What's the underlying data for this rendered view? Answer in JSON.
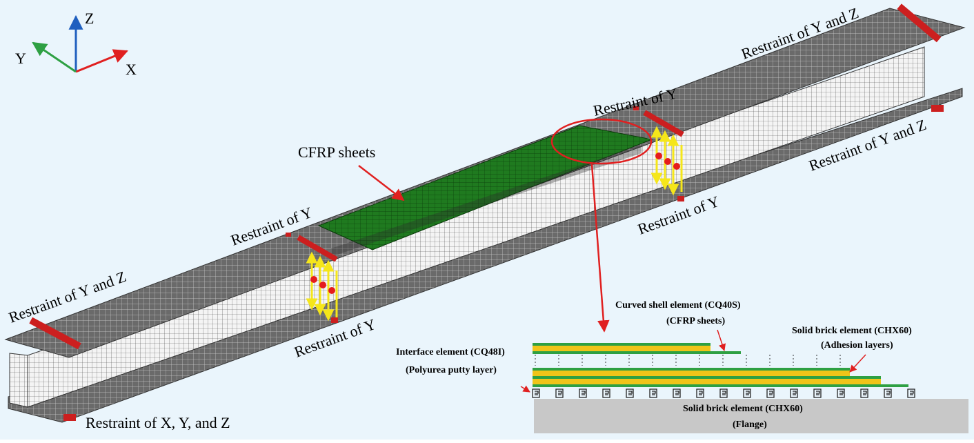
{
  "axes": {
    "x": "X",
    "y": "Y",
    "z": "Z"
  },
  "labels": {
    "restraint_yz_left": "Restraint of  Y and Z",
    "restraint_xyz": "Restraint of X, Y, and Z",
    "restraint_y_top_left": "Restraint of  Y",
    "restraint_y_bottom_left": "Restraint of  Y",
    "cfrp_sheets": "CFRP sheets",
    "restraint_y_top_right": "Restraint of  Y",
    "restraint_y_bottom_right": "Restraint of  Y",
    "restraint_yz_top_right": "Restraint of  Y and Z",
    "restraint_yz_right": "Restraint of  Y and Z"
  },
  "detail": {
    "curved_shell": "Curved shell element (CQ40S)",
    "curved_shell_sub": "(CFRP sheets)",
    "solid_brick_top": "Solid brick element (CHX60)",
    "solid_brick_top_sub": "(Adhesion layers)",
    "interface": "Interface element (CQ48I)",
    "interface_sub": "(Polyurea putty layer)",
    "solid_brick_bottom": "Solid brick element (CHX60)",
    "solid_brick_bottom_sub": "(Flange)"
  },
  "colors": {
    "background": "#eaf5fc",
    "mesh_dark": "#5d5d5d",
    "mesh_light": "#f2f2f2",
    "cfrp": "#1f7a1f",
    "restraint": "#cc1f1f",
    "load_arrow": "#f5e61a",
    "adhesion_yellow": "#f0c419",
    "flange_grey": "#c8c8c8",
    "axis_x": "#e02020",
    "axis_y": "#2ea043",
    "axis_z": "#1f5fbf"
  }
}
